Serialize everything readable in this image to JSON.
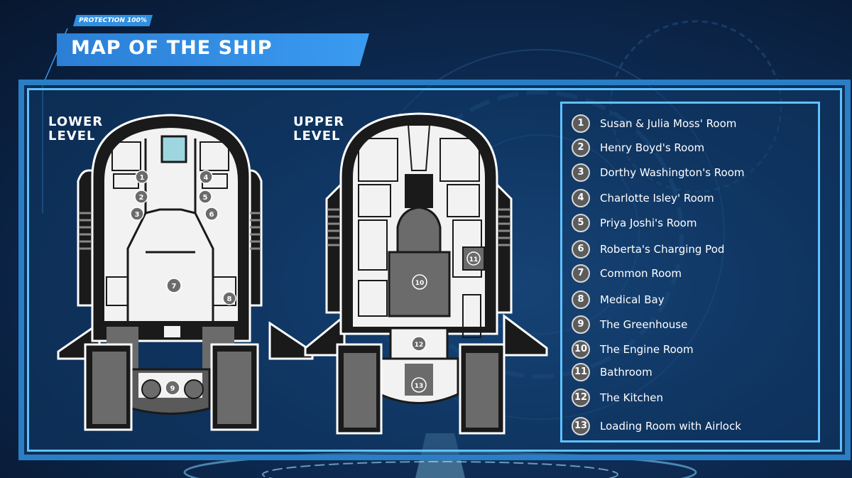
{
  "header": {
    "tag": "PROTECTION 100%",
    "title": "MAP OF THE SHIP"
  },
  "levels": {
    "lower": {
      "label_line1": "LOWER",
      "label_line2": "LEVEL"
    },
    "upper": {
      "label_line1": "UPPER",
      "label_line2": "LEVEL"
    }
  },
  "rooms": [
    {
      "num": "1",
      "name": "Susan & Julia Moss' Room"
    },
    {
      "num": "2",
      "name": "Henry Boyd's Room"
    },
    {
      "num": "3",
      "name": "Dorthy Washington's Room"
    },
    {
      "num": "4",
      "name": "Charlotte Isley' Room"
    },
    {
      "num": "5",
      "name": "Priya Joshi's Room"
    },
    {
      "num": "6",
      "name": "Roberta's Charging Pod"
    },
    {
      "num": "7",
      "name": "Common Room"
    },
    {
      "num": "8",
      "name": "Medical Bay"
    },
    {
      "num": "9",
      "name": "The Greenhouse"
    },
    {
      "num": "10",
      "name": "The Engine Room"
    },
    {
      "num": "11",
      "name": "Bathroom"
    },
    {
      "num": "12",
      "name": "The Kitchen"
    },
    {
      "num": "13",
      "name": "Loading Room with Airlock"
    }
  ],
  "colors": {
    "frame": "#2a7ec5",
    "frame_inner": "#5fc2ff",
    "hull": "#1a1a1a",
    "floor": "#f2f2f2",
    "room_fill": "#6b6b6b",
    "marker": "#5c5c5c"
  }
}
